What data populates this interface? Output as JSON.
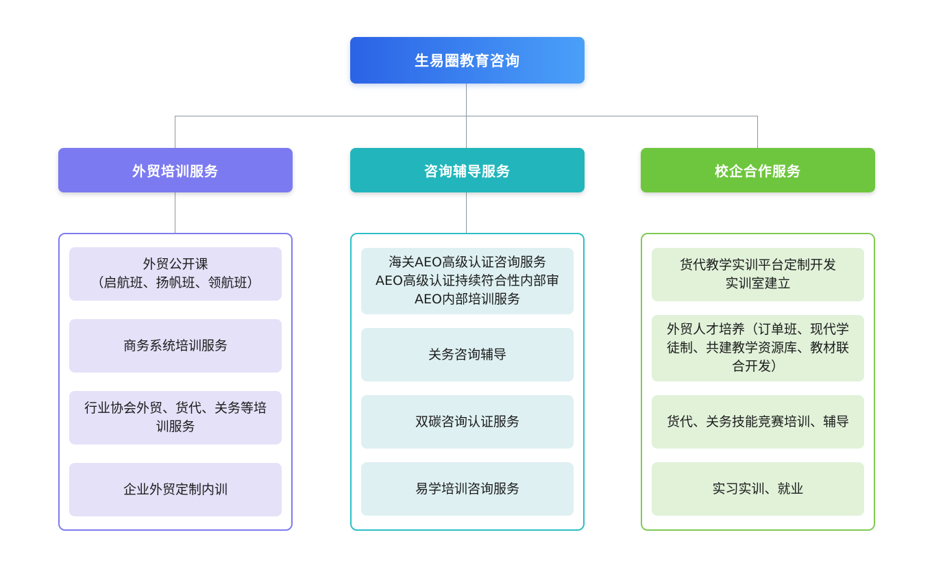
{
  "root": {
    "label": "生易圈教育咨询"
  },
  "branches": [
    {
      "label": "外贸培训服务",
      "items": [
        "外贸公开课\n（启航班、扬帆班、领航班）",
        "商务系统培训服务",
        "行业协会外贸、货代、关务等培\n训服务",
        "企业外贸定制内训"
      ]
    },
    {
      "label": "咨询辅导服务",
      "items": [
        "海关AEO高级认证咨询服务\nAEO高级认证持续符合性内部审\nAEO内部培训服务",
        "关务咨询辅导",
        "双碳咨询认证服务",
        "易学培训咨询服务"
      ]
    },
    {
      "label": "校企合作服务",
      "items": [
        "货代教学实训平台定制开发\n实训室建立",
        "外贸人才培养（订单班、现代学\n徒制、共建教学资源库、教材联\n合开发）",
        "货代、关务技能竞赛培训、辅导",
        "实习实训、就业"
      ]
    }
  ],
  "colors": {
    "root_gradient_start": "#2b63e6",
    "root_gradient_end": "#4aa0f9",
    "branch1_header": "#7b7af0",
    "branch1_border": "#7d7bee",
    "branch1_item_bg": "#e4e1f8",
    "branch2_header": "#22b6bc",
    "branch2_border": "#2abfc4",
    "branch2_item_bg": "#def0f2",
    "branch3_header": "#6ec63e",
    "branch3_border": "#7ecb52",
    "branch3_item_bg": "#e1f2d9",
    "connector": "#8b95a0",
    "background": "#ffffff",
    "item_text": "#1c1c1c"
  }
}
